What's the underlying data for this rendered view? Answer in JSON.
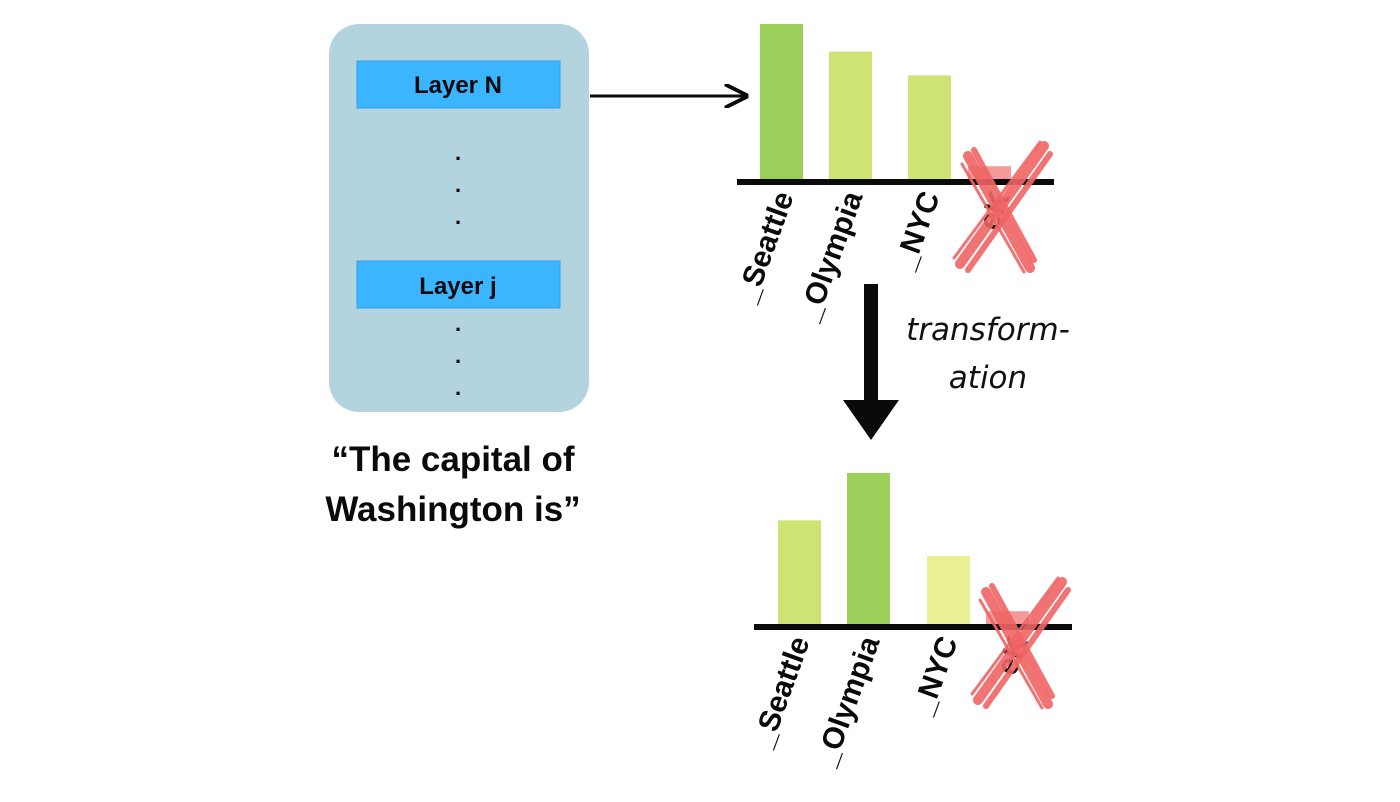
{
  "model": {
    "layer_top_label": "Layer N",
    "layer_mid_label": "Layer j",
    "ellipsis_dot": "."
  },
  "prompt": {
    "line1": "“The capital of",
    "line2": "Washington is”"
  },
  "transform_label": {
    "line1": "transform-",
    "line2": "ation"
  },
  "chart_data": [
    {
      "type": "bar",
      "categories": [
        "_Seattle",
        "_Olympia",
        "_NYC",
        "eK"
      ],
      "values": [
        4.0,
        3.3,
        2.7,
        0.4
      ],
      "bar_colors": [
        "#9ccf5a",
        "#cde373",
        "#cde373",
        "#f59a9a"
      ],
      "crossed_out": [
        false,
        false,
        false,
        true
      ],
      "ylim": [
        0,
        4.0
      ]
    },
    {
      "type": "bar",
      "categories": [
        "_Seattle",
        "_Olympia",
        "_NYC",
        "eK"
      ],
      "values": [
        2.7,
        3.9,
        1.8,
        0.4
      ],
      "bar_colors": [
        "#cde373",
        "#9ccf5a",
        "#e9ef92",
        "#f59a9a"
      ],
      "crossed_out": [
        false,
        false,
        false,
        true
      ],
      "ylim": [
        0,
        4.0
      ]
    }
  ],
  "colors": {
    "model_panel": "#b3d4de",
    "layer_box": "#3bb5ff",
    "axis": "#0a0a0a",
    "cross": "#f06464",
    "arrow": "#0a0a0a"
  }
}
